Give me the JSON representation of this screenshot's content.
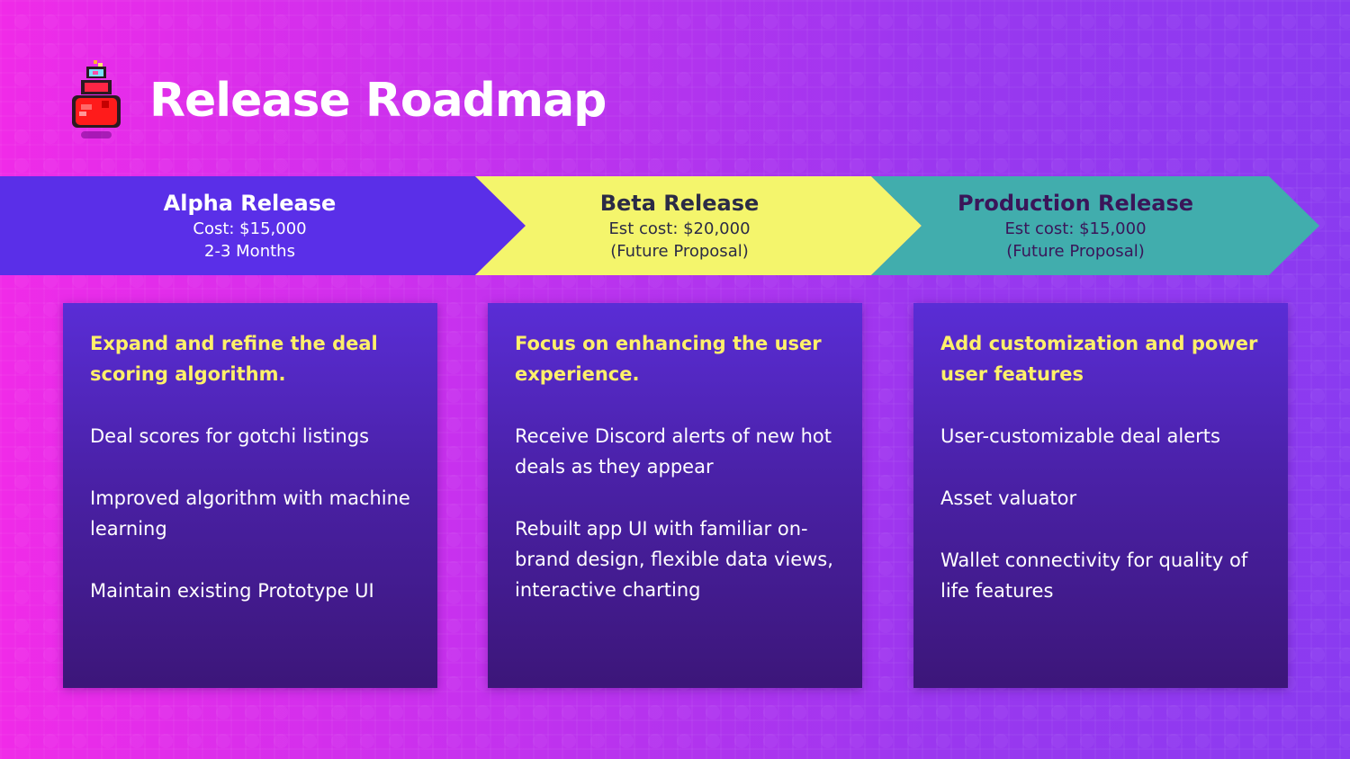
{
  "slide": {
    "title": "Release Roadmap",
    "icon": "potion-flask-icon",
    "colors": {
      "background_start": "#f02be8",
      "background_end": "#8a3bf0",
      "alpha": "#5a2fe8",
      "beta": "#f4f56c",
      "production": "#41adad",
      "card": "#4a21a7",
      "heading": "#fff06a"
    }
  },
  "phases": [
    {
      "name": "Alpha Release",
      "line1": "Cost: $15,000",
      "line2": "2-3 Months"
    },
    {
      "name": "Beta Release",
      "line1": "Est cost: $20,000",
      "line2": "(Future Proposal)"
    },
    {
      "name": "Production Release",
      "line1": "Est cost: $15,000",
      "line2": "(Future Proposal)"
    }
  ],
  "cards": [
    {
      "heading": "Expand and refine the deal scoring algorithm.",
      "items": [
        "Deal scores for gotchi listings",
        "Improved algorithm with machine learning",
        "Maintain existing Prototype UI"
      ]
    },
    {
      "heading": "Focus on enhancing the user experience.",
      "items": [
        "Receive Discord alerts of new hot deals as they appear",
        "Rebuilt app UI with familiar on-brand design, flexible data views, interactive charting"
      ]
    },
    {
      "heading": "Add customization and power user features",
      "items": [
        "User-customizable deal alerts",
        "Asset valuator",
        "Wallet connectivity for quality of life features"
      ]
    }
  ]
}
